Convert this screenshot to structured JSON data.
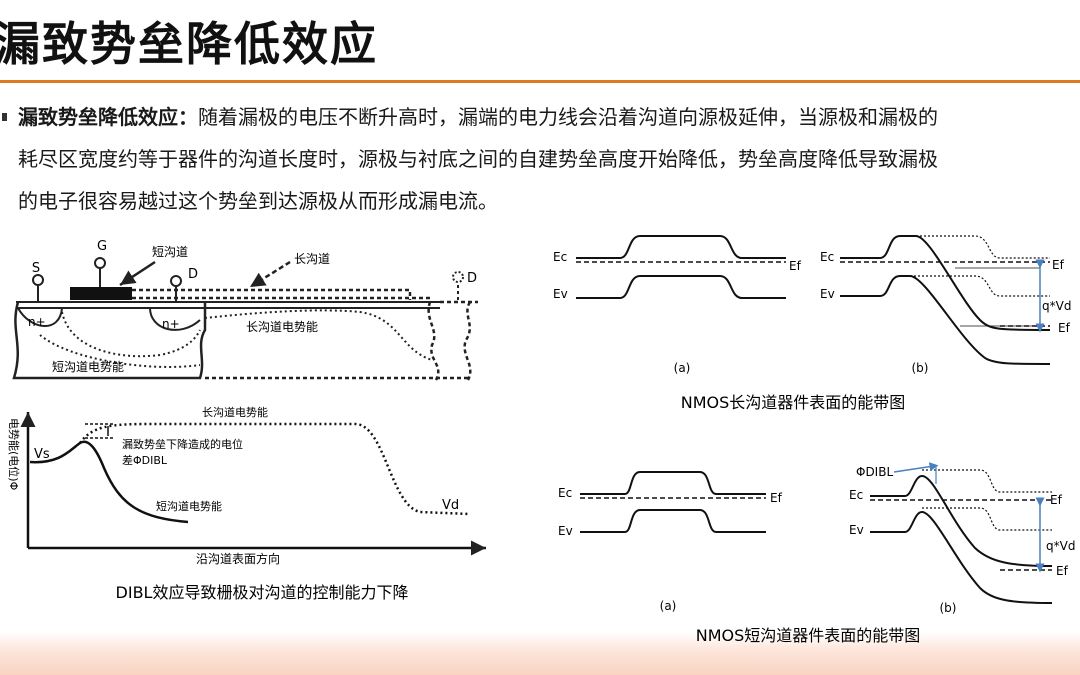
{
  "title": "漏致势垒降低效应",
  "paragraph": {
    "lead": "漏致势垒降低效应：",
    "line1_rest": "随着漏极的电压不断升高时，漏端的电力线会沿着沟道向源极延伸，当源极和漏极的",
    "line2": "耗尽区宽度约等于器件的沟道长度时，源极与衬底之间的自建势垒高度开始降低，势垒高度降低导致漏极",
    "line3": "的电子很容易越过这个势垒到达源极从而形成漏电流。"
  },
  "device_diagram": {
    "label_s": "S",
    "label_g": "G",
    "label_d_short": "D",
    "label_d_long": "D",
    "short_channel": "短沟道",
    "long_channel": "长沟道",
    "n_plus_left": "n+",
    "n_plus_right": "n+",
    "long_channel_potential": "长沟道电势能",
    "short_channel_potential": "短沟道电势能"
  },
  "potential_plot": {
    "ylabel": "电势能(电位)Φ",
    "xlabel": "沿沟道表面方向",
    "vs": "Vs",
    "vd": "Vd",
    "long_curve": "长沟道电势能",
    "short_curve": "短沟道电势能",
    "annotation_line1": "漏致势垒下降造成的电位",
    "annotation_line2": "差ΦDIBL",
    "caption": "DIBL效应导致栅极对沟道的控制能力下降"
  },
  "band_long": {
    "ec": "Ec",
    "ev": "Ev",
    "ef": "Ef",
    "ec_b": "Ec",
    "ev_b": "Ev",
    "ef_b_top": "Ef",
    "ef_b_bottom": "Ef",
    "qvd": "q*Vd",
    "sub_a": "(a)",
    "sub_b": "(b)",
    "caption": "NMOS长沟道器件表面的能带图"
  },
  "band_short": {
    "ec": "Ec",
    "ev": "Ev",
    "ef": "Ef",
    "ec_b": "Ec",
    "ev_b": "Ev",
    "ef_b_top": "Ef",
    "ef_b_bottom": "Ef",
    "qvd": "q*Vd",
    "phi_dibl": "ΦDIBL",
    "sub_a": "(a)",
    "sub_b": "(b)",
    "caption": "NMOS短沟道器件表面的能带图"
  },
  "colors": {
    "accent_rule": "#e07a22",
    "arrow_blue": "#4a7fc1"
  }
}
